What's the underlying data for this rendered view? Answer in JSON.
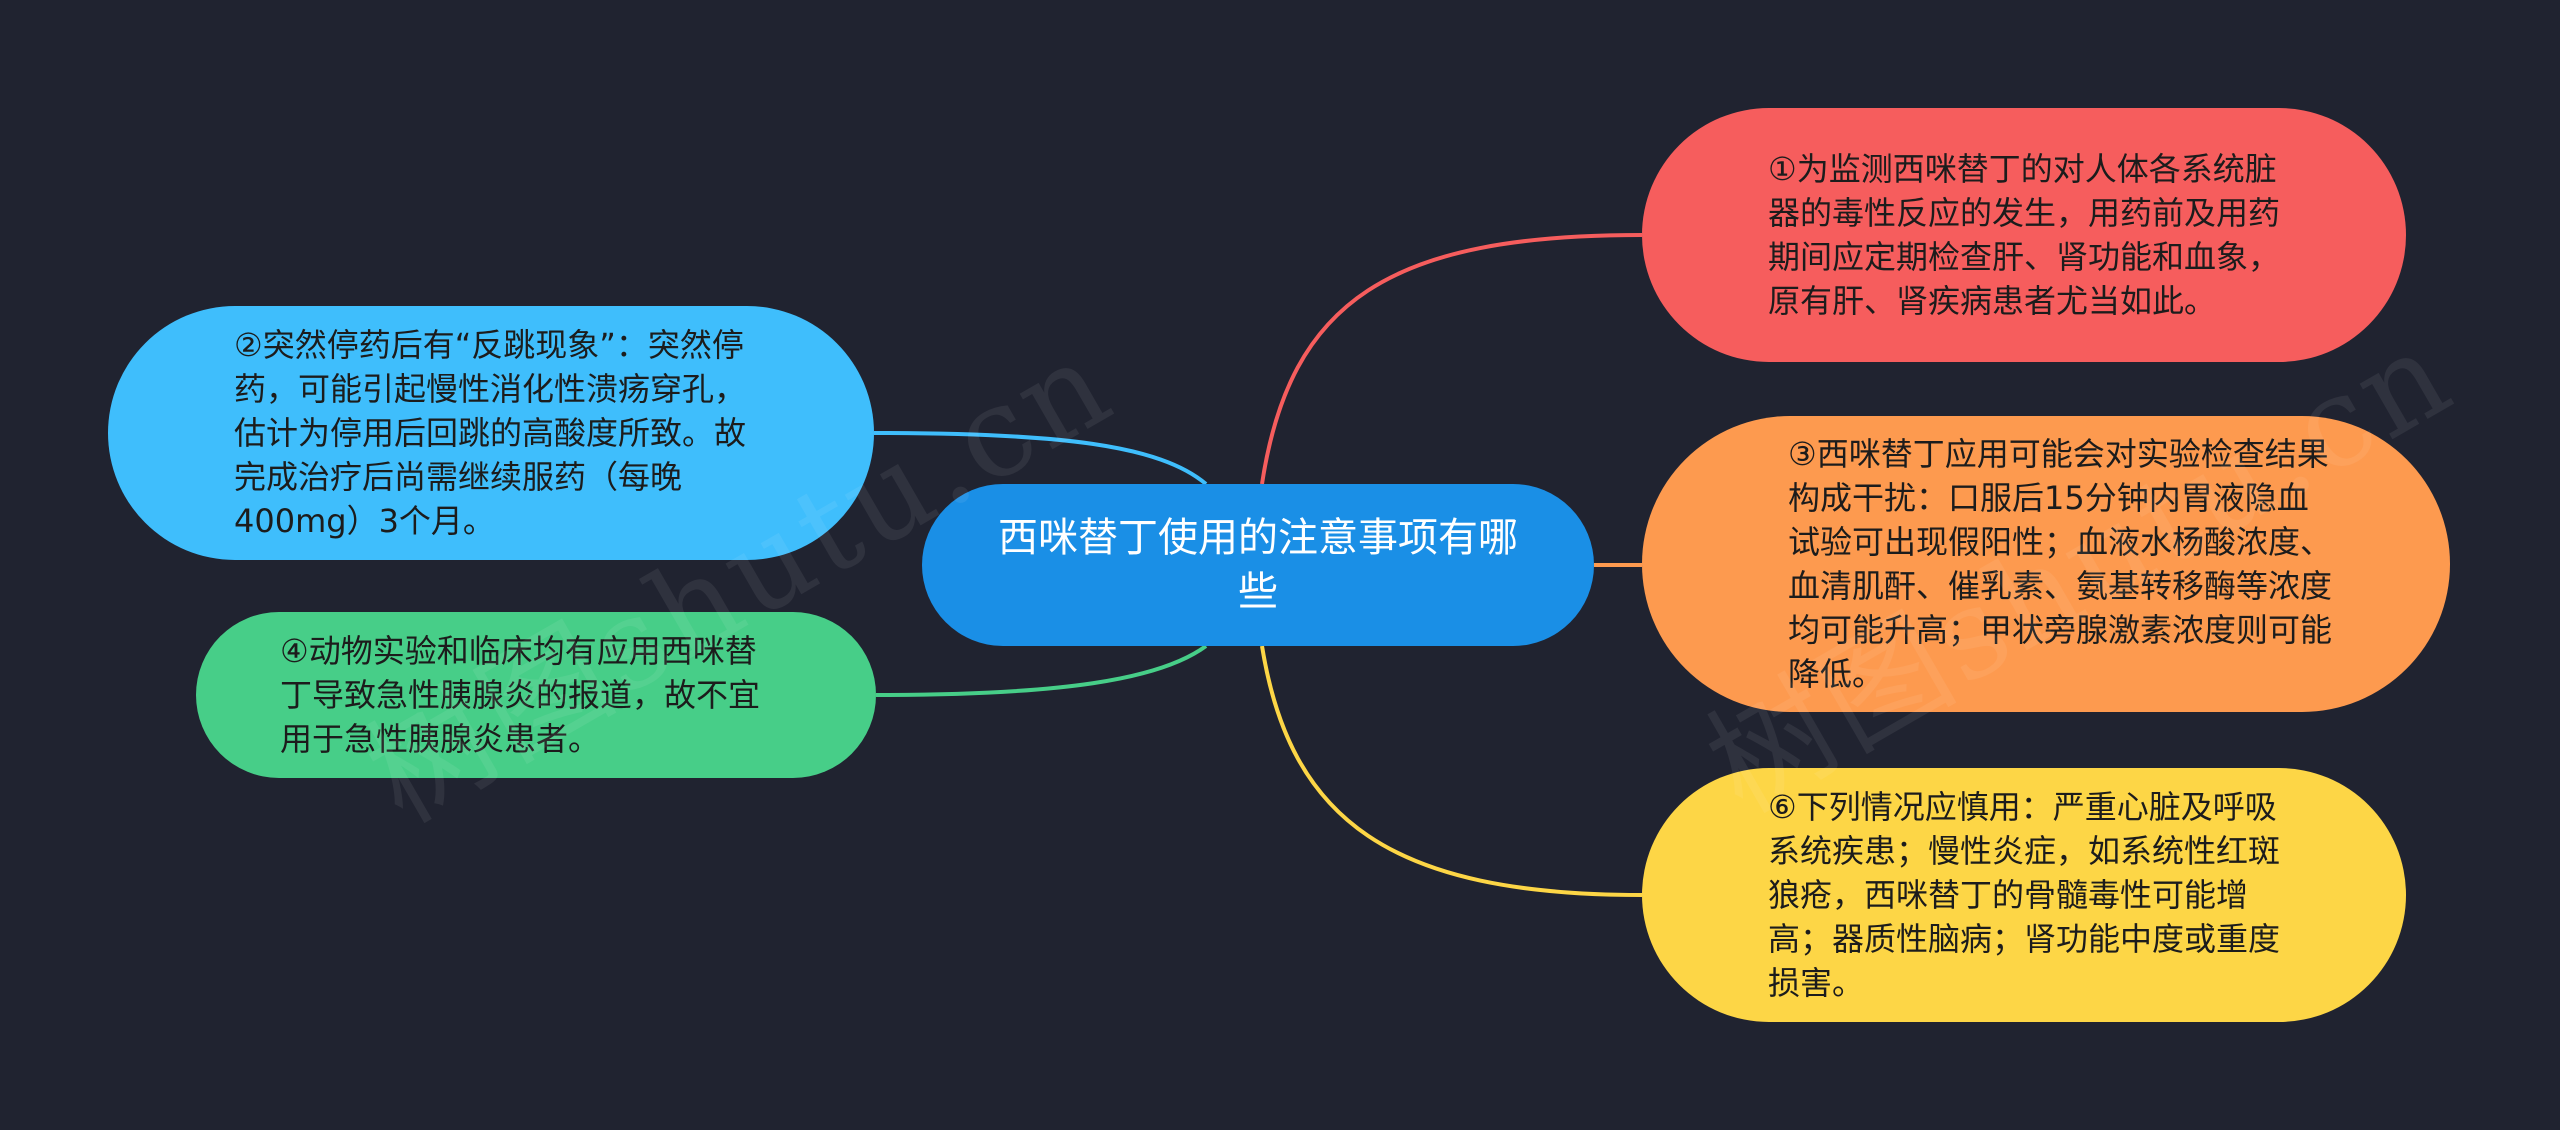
{
  "colors": {
    "background": "#202330",
    "central": "#1a8fe6",
    "node_1": "#f65d5d",
    "node_2": "#3fbefc",
    "node_3": "#fd9a4f",
    "node_4": "#47ce88",
    "node_6": "#fdd646"
  },
  "watermark": {
    "left": "树图shutu.cn",
    "right": "树图shutu.cn"
  },
  "central_topic": {
    "title": "西咪替丁使用的注意事项有哪些"
  },
  "branches": {
    "item_1": "①为监测西咪替丁的对人体各系统脏器的毒性反应的发生，用药前及用药期间应定期检查肝、肾功能和血象，原有肝、肾疾病患者尤当如此。",
    "item_2": "②突然停药后有“反跳现象”：突然停药，可能引起慢性消化性溃疡穿孔，估计为停用后回跳的高酸度所致。故完成治疗后尚需继续服药（每晚400mg）3个月。",
    "item_3": "③西咪替丁应用可能会对实验检查结果构成干扰：口服后15分钟内胃液隐血试验可出现假阳性；血液水杨酸浓度、血清肌酐、催乳素、氨基转移酶等浓度均可能升高；甲状旁腺激素浓度则可能降低。",
    "item_4": "④动物实验和临床均有应用西咪替丁导致急性胰腺炎的报道，故不宜用于急性胰腺炎患者。",
    "item_6": "⑥下列情况应慎用：严重心脏及呼吸系统疾患；慢性炎症，如系统性红斑狼疮，西咪替丁的骨髓毒性可能增高；器质性脑病；肾功能中度或重度损害。"
  }
}
